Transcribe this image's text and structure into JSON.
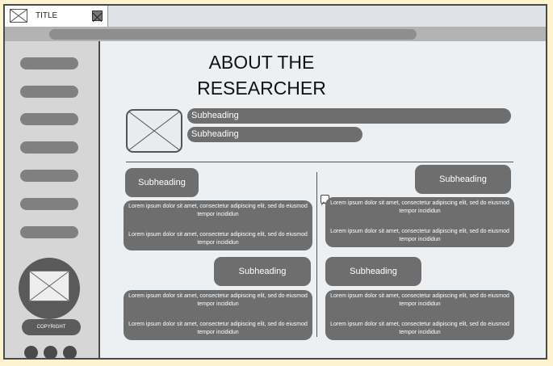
{
  "window": {
    "tab_title": "TITLE"
  },
  "sidebar": {
    "copyright": "COPYRIGHT",
    "nav_count": 7
  },
  "main": {
    "title_line1": "ABOUT THE",
    "title_line2": "RESEARCHER",
    "profile": {
      "subheading1": "Subheading",
      "subheading2": "Subheading"
    },
    "sections": [
      {
        "heading": "Subheading",
        "paragraphs": [
          "Lorem ipsum dolor sit amet, consectetur adipiscing elit, sed do eiusmod tempor incididun",
          "Lorem ipsum dolor sit amet, consectetur adipiscing elit, sed do eiusmod tempor incididun"
        ]
      },
      {
        "heading": "Subheading",
        "paragraphs": [
          "Lorem ipsum dolor sit amet, consectetur adipiscing elit, sed do eiusmod tempor incididun",
          "Lorem ipsum dolor sit amet, consectetur adipiscing elit, sed do eiusmod tempor incididun"
        ]
      },
      {
        "heading": "Subheading",
        "paragraphs": [
          "Lorem ipsum dolor sit amet, consectetur adipiscing elit, sed do eiusmod tempor incididun",
          "Lorem ipsum dolor sit amet, consectetur adipiscing elit, sed do eiusmod tempor incididun"
        ]
      },
      {
        "heading": "Subheading",
        "paragraphs": [
          "Lorem ipsum dolor sit amet, consectetur adipiscing elit, sed do eiusmod tempor incididun",
          "Lorem ipsum dolor sit amet, consectetur adipiscing elit, sed do eiusmod tempor incididun"
        ]
      }
    ]
  },
  "icons": {
    "tab_icon": "image-placeholder-icon",
    "close": "close-icon",
    "profile": "image-placeholder-icon",
    "avatar": "image-placeholder-icon",
    "small": "image-icon"
  }
}
